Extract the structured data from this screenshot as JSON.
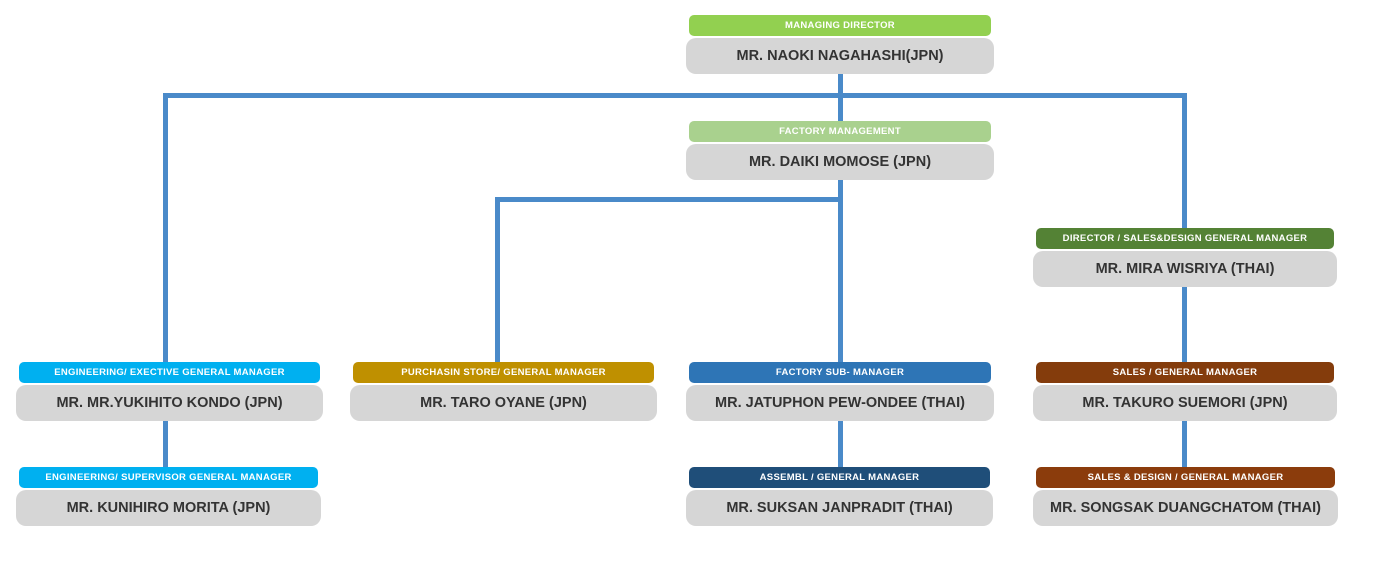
{
  "diagram_title": "organization-chart",
  "connector_color": "#4A8AC9",
  "body_color": "#D6D6D6",
  "name_text_color": "#333333",
  "nodes": [
    {
      "id": "managing-director",
      "title": "MANAGING DIRECTOR",
      "name": "MR. NAOKI NAGAHASHI(JPN)",
      "header_color": "#92D050",
      "reports_to": null
    },
    {
      "id": "factory-management",
      "title": "FACTORY MANAGEMENT",
      "name": "MR. DAIKI MOMOSE (JPN)",
      "header_color": "#A9D18E",
      "reports_to": "managing-director"
    },
    {
      "id": "director-sales-design",
      "title": "DIRECTOR / SALES&DESIGN GENERAL MANAGER",
      "name": "MR. MIRA WISRIYA (THAI)",
      "header_color": "#548235",
      "reports_to": "managing-director"
    },
    {
      "id": "engineering-executive",
      "title": "ENGINEERING/ EXECTIVE GENERAL MANAGER",
      "name": "MR. MR.YUKIHITO KONDO (JPN)",
      "header_color": "#00B0F0",
      "reports_to": "managing-director"
    },
    {
      "id": "purchasing-store",
      "title": "PURCHASIN STORE/ GENERAL MANAGER",
      "name": "MR. TARO OYANE (JPN)",
      "header_color": "#BF9000",
      "reports_to": "factory-management"
    },
    {
      "id": "factory-sub-manager",
      "title": "FACTORY SUB- MANAGER",
      "name": "MR. JATUPHON PEW-ONDEE (THAI)",
      "header_color": "#2E75B6",
      "reports_to": "factory-management"
    },
    {
      "id": "sales-general-manager",
      "title": "SALES / GENERAL MANAGER",
      "name": "MR. TAKURO SUEMORI (JPN)",
      "header_color": "#843C0C",
      "reports_to": "director-sales-design"
    },
    {
      "id": "engineering-supervisor",
      "title": "ENGINEERING/ SUPERVISOR GENERAL MANAGER",
      "name": "MR. KUNIHIRO MORITA (JPN)",
      "header_color": "#00B0F0",
      "reports_to": "engineering-executive"
    },
    {
      "id": "assembly-general-manager",
      "title": "ASSEMBL / GENERAL MANAGER",
      "name": "MR. SUKSAN JANPRADIT (THAI)",
      "header_color": "#1F4E79",
      "reports_to": "factory-sub-manager"
    },
    {
      "id": "sales-design-general-manager",
      "title": "SALES & DESIGN / GENERAL MANAGER",
      "name": "MR. SONGSAK DUANGCHATOM (THAI)",
      "header_color": "#8B3C0C",
      "reports_to": "sales-general-manager"
    }
  ]
}
